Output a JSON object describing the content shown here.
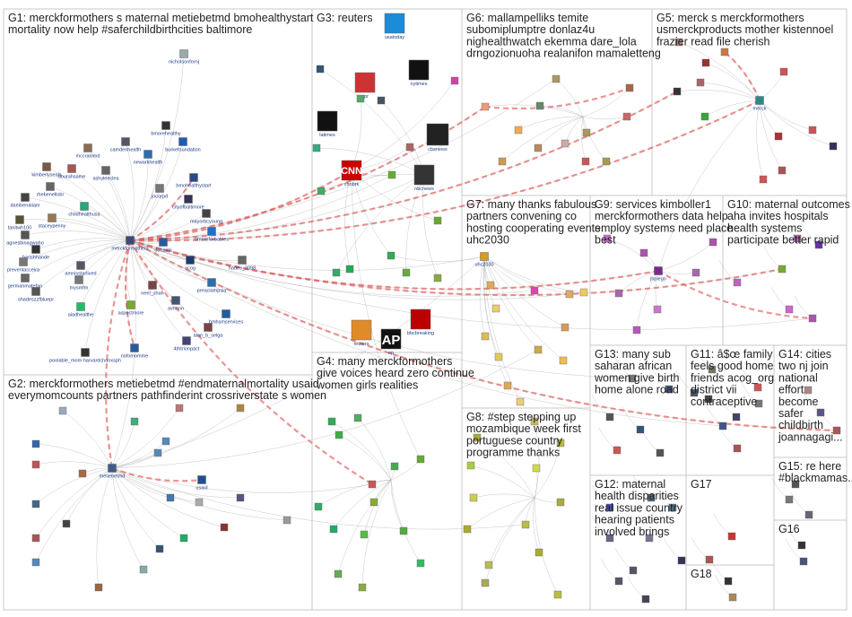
{
  "groups": [
    {
      "id": "G1",
      "lines": [
        "G1: merckformothers s maternal metiebetmd bmohealthystart",
        "mortality now help #saferchildbirthcities baltimore"
      ]
    },
    {
      "id": "G2",
      "lines": [
        "G2: merckformothers metiebetmd #endmaternalmortality usaid",
        "everymomcounts partners pathfinderint crossriverstate s women"
      ]
    },
    {
      "id": "G3",
      "lines": [
        "G3: reuters"
      ]
    },
    {
      "id": "G4",
      "lines": [
        "G4: many merckformothers",
        "give voices heard zero continue",
        "women girls realities"
      ]
    },
    {
      "id": "G5",
      "lines": [
        "G5: merck s merckformothers",
        "usmerckproducts mother kistennoel",
        "frazier read file cherish"
      ]
    },
    {
      "id": "G6",
      "lines": [
        "G6: mallampelliks temite",
        "subomiplumptre donlaz4u",
        "nighealthwatch ekemma dare_lola",
        "drngozionuoha realanifon mamaletteng"
      ]
    },
    {
      "id": "G7",
      "lines": [
        "G7: many thanks fabulous",
        "partners convening co",
        "hosting cooperating events",
        "uhc2030"
      ]
    },
    {
      "id": "G8",
      "lines": [
        "G8: #step stepping up",
        "mozambique week first",
        "portuguese country",
        "programme thanks"
      ]
    },
    {
      "id": "G9",
      "lines": [
        "G9: services kimboller1",
        "merckformothers data help",
        "employ systems need place",
        "best"
      ]
    },
    {
      "id": "G10",
      "lines": [
        "G10: maternal outcomes",
        "aha invites hospitals",
        "health systems",
        "participate better rapid"
      ]
    },
    {
      "id": "G11",
      "lines": [
        "G11: â$œ family",
        "feels good home",
        "friends acog_org",
        "district vii",
        "contraceptive"
      ]
    },
    {
      "id": "G12",
      "lines": [
        "G12: maternal",
        "health disparities",
        "real issue country",
        "hearing patients",
        "involved brings"
      ]
    },
    {
      "id": "G13",
      "lines": [
        "G13: many sub",
        "saharan african",
        "women give birth",
        "home alone road"
      ]
    },
    {
      "id": "G14",
      "lines": [
        "G14: cities",
        "two nj join",
        "national",
        "effort",
        "become",
        "safer",
        "childbirth",
        "joannagagi..."
      ]
    },
    {
      "id": "G15",
      "lines": [
        "G15: re here",
        "#blackmamas..."
      ]
    },
    {
      "id": "G16",
      "lines": [
        "G16"
      ]
    },
    {
      "id": "G17",
      "lines": [
        "G17"
      ]
    },
    {
      "id": "G18",
      "lines": [
        "G18"
      ]
    }
  ],
  "nodes": [
    {
      "id": "merckformothers",
      "label": "merckformothers",
      "color": "#3b4a7a"
    },
    {
      "id": "metiebetmd",
      "label": "metiebetmd",
      "color": "#3d5c8c"
    },
    {
      "id": "nicholsonfornj",
      "label": "nicholsonfornj",
      "color": "#9aa"
    },
    {
      "id": "bmorehealthy",
      "label": "bmorehealthy",
      "color": "#333"
    },
    {
      "id": "burkefoundation",
      "label": "burkefoundation",
      "color": "#1e5bb8"
    },
    {
      "id": "camdenhealth",
      "label": "camdenhealth",
      "color": "#556"
    },
    {
      "id": "mccralomd",
      "label": "mccralomd",
      "color": "#8b6b55"
    },
    {
      "id": "newarkhealth",
      "label": "newarkhealth",
      "color": "#2a6fb0"
    },
    {
      "id": "kimberlyseals",
      "label": "kimberlyseals",
      "color": "#7a5a44"
    },
    {
      "id": "dourahsame",
      "label": "dourahsame",
      "color": "#a55"
    },
    {
      "id": "ashyleeclea",
      "label": "ashyleeclea",
      "color": "#666"
    },
    {
      "id": "bmohealthystart",
      "label": "bmohealthystart",
      "color": "#2a4a8a"
    },
    {
      "id": "cityofbaltimore",
      "label": "cityofbaltimore",
      "color": "#335"
    },
    {
      "id": "mayorbcyoung",
      "label": "mayorbcyoung",
      "color": "#444"
    },
    {
      "id": "jocorpd",
      "label": "jocorpd",
      "color": "#777"
    },
    {
      "id": "childhealthusa",
      "label": "childhealthusa",
      "color": "#2a7"
    },
    {
      "id": "rhebenellobr",
      "label": "rhebenellobr",
      "color": "#666"
    },
    {
      "id": "dambenaliam",
      "label": "dambenaliam",
      "color": "#444"
    },
    {
      "id": "bmoreforbabies",
      "label": "bmoreforbabies",
      "color": "#1f6fd0"
    },
    {
      "id": "stacey_penny",
      "label": "staceypenny",
      "color": "#975"
    },
    {
      "id": "tanitwh100",
      "label": "tanitwh100",
      "color": "#553"
    },
    {
      "id": "acog",
      "label": "acog",
      "color": "#1e3a70"
    },
    {
      "id": "hades_2098",
      "label": "hades_2098",
      "color": "#666"
    },
    {
      "id": "donaimi",
      "label": "donaimi",
      "color": "#2a5aa0"
    },
    {
      "id": "agnesbinagwaho",
      "label": "agnesbinagwaho",
      "color": "#555"
    },
    {
      "id": "harishhande",
      "label": "harishhande",
      "color": "#333"
    },
    {
      "id": "preventacceira",
      "label": "preventacceira",
      "color": "#777"
    },
    {
      "id": "preaclampsia",
      "label": "preaclampsia",
      "color": "#2a6fb0"
    },
    {
      "id": "neel_shah",
      "label": "neel_shah",
      "color": "#744"
    },
    {
      "id": "avhonn",
      "label": "avhonn",
      "color": "#457"
    },
    {
      "id": "bmhsmservices",
      "label": "bmhsmservices",
      "color": "#1f5fa0"
    },
    {
      "id": "amnisstarlived",
      "label": "amnisstarlived",
      "color": "#556"
    },
    {
      "id": "germanmatefan",
      "label": "germanmatefan",
      "color": "#666"
    },
    {
      "id": "mysmfm",
      "label": "mysmfm",
      "color": "#777"
    },
    {
      "id": "shadeszzfbluepr",
      "label": "shadeszzfbluepr",
      "color": "#555"
    },
    {
      "id": "aspectmore",
      "label": "aspectmore",
      "color": "#7a3"
    },
    {
      "id": "aiadhealthe",
      "label": "aiadhealthe",
      "color": "#2b6"
    },
    {
      "id": "alan_b_selga",
      "label": "alan_b_selga",
      "color": "#744"
    },
    {
      "id": "4thtrionpact",
      "label": "4thtrionpact",
      "color": "#447"
    },
    {
      "id": "nofomomme",
      "label": "nofomomme",
      "color": "#2a5aa0"
    },
    {
      "id": "poolable_mom",
      "label": "poolable_mom harvardchanxsph",
      "color": "#333"
    },
    {
      "id": "usaid",
      "label": "usaid",
      "color": "#1f4f90"
    },
    {
      "id": "reuters",
      "label": "reuters",
      "color": "#e08a2a"
    },
    {
      "id": "nbcnews",
      "label": "nbcnews",
      "color": "#333"
    },
    {
      "id": "npr",
      "label": "npr",
      "color": "#c33"
    },
    {
      "id": "nytimes",
      "label": "nytimes",
      "color": "#111"
    },
    {
      "id": "cbsnews",
      "label": "cbsnews",
      "color": "#222"
    },
    {
      "id": "cnn",
      "label": "cnnbrk",
      "color": "#cc0000"
    },
    {
      "id": "latimes",
      "label": "latimes",
      "color": "#111"
    },
    {
      "id": "ap",
      "label": "ap",
      "color": "#111"
    },
    {
      "id": "bbcbreaking",
      "label": "bbcbreaking",
      "color": "#b00"
    },
    {
      "id": "usatoday",
      "label": "usatoday",
      "color": "#1a8cd8"
    },
    {
      "id": "merck",
      "label": "merck",
      "color": "#2a8a8a"
    },
    {
      "id": "uhc2030",
      "label": "uhc2030",
      "color": "#d4a017"
    },
    {
      "id": "jhpiego",
      "label": "jhpiego",
      "color": "#7a2a8a"
    }
  ],
  "legend_note": ""
}
